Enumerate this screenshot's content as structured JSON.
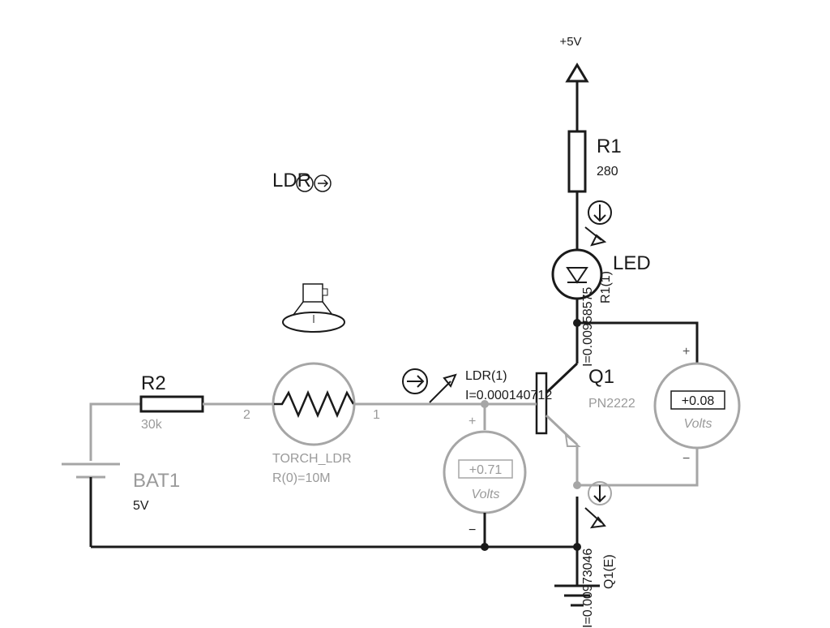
{
  "supply": {
    "label": "+5V"
  },
  "r1": {
    "ref": "R1",
    "value": "280"
  },
  "led": {
    "label": "LED",
    "probe_ref": "R1(1)",
    "probe_current": "I=0.00958575"
  },
  "ldr_sim": {
    "label": "LDR"
  },
  "r2": {
    "ref": "R2",
    "value": "30k"
  },
  "torch_ldr": {
    "name": "TORCH_LDR",
    "param": "R(0)=10M",
    "pin_2": "2",
    "pin_1": "1"
  },
  "ldr_probe": {
    "ref": "LDR(1)",
    "current": "I=0.000140712"
  },
  "q1": {
    "ref": "Q1",
    "part": "PN2222"
  },
  "battery": {
    "ref": "BAT1",
    "value": "5V"
  },
  "voltmeter_base": {
    "reading": "+0.71",
    "unit": "Volts",
    "plus": "+",
    "minus": "−"
  },
  "voltmeter_collector": {
    "reading": "+0.08",
    "unit": "Volts",
    "plus": "+",
    "minus": "−"
  },
  "emitter_probe": {
    "ref": "Q1(E)",
    "current": "I=0.00973046"
  }
}
